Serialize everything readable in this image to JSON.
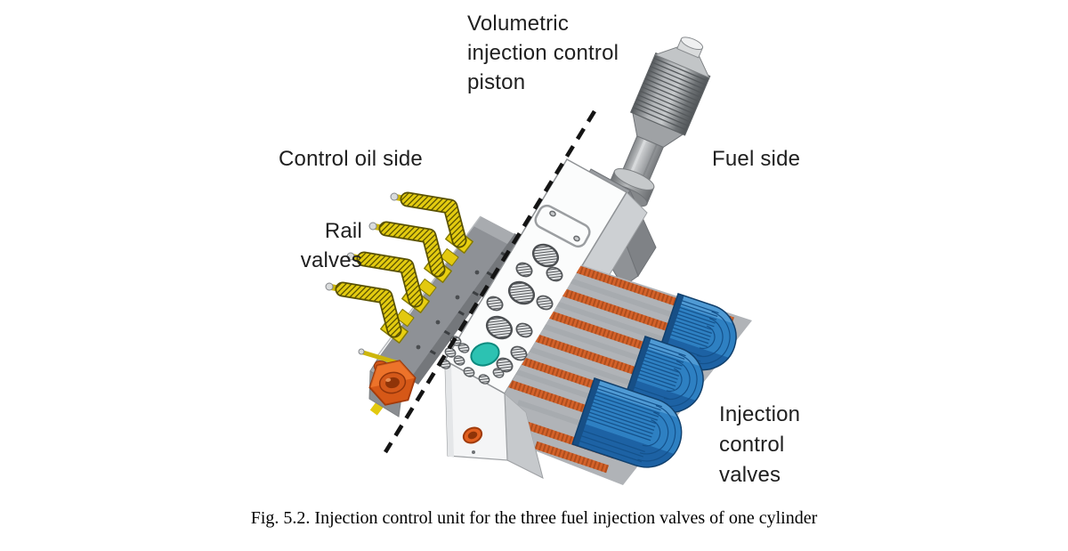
{
  "figure": {
    "labels": {
      "volumetric_piston": "Volumetric\ninjection control\npiston",
      "control_oil_side": "Control oil side",
      "fuel_side": "Fuel side",
      "rail_valves": "Rail\nvalves",
      "injection_control_valves": "Injection\ncontrol\nvalves"
    },
    "caption": "Fig. 5.2. Injection control unit for the three fuel injection valves of one cylinder",
    "colors": {
      "rail_valve_yellow": "#e8cf10",
      "nut_orange": "#e8641f",
      "rod_orange": "#d4622a",
      "injection_valve_blue": "#2e80c2",
      "port_teal": "#2cc2b2",
      "block_white": "#fbfcfc",
      "rail_gray": "#8e9196",
      "label_text": "#1f1f1f"
    }
  }
}
